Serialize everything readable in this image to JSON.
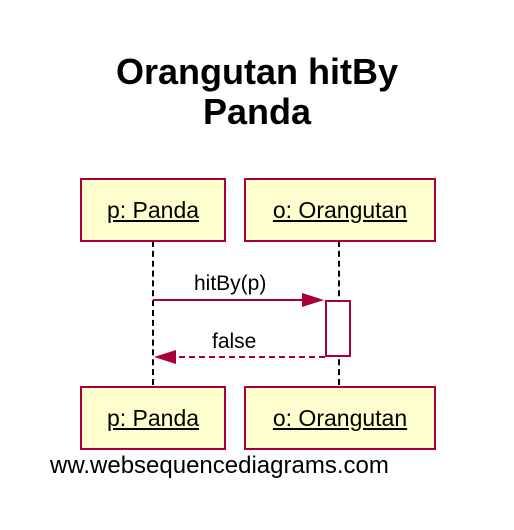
{
  "title_line1": "Orangutan hitBy",
  "title_line2": "Panda",
  "participants": {
    "panda": "p: Panda",
    "orangutan": "o: Orangutan"
  },
  "messages": [
    {
      "label": "hitBy(p)",
      "kind": "call",
      "from": "panda",
      "to": "orangutan"
    },
    {
      "label": "false",
      "kind": "return",
      "from": "orangutan",
      "to": "panda"
    }
  ],
  "watermark": "ww.websequencediagrams.com",
  "colors": {
    "participant_fill": "#fefece",
    "participant_border": "#a80036",
    "arrow": "#a80036"
  }
}
